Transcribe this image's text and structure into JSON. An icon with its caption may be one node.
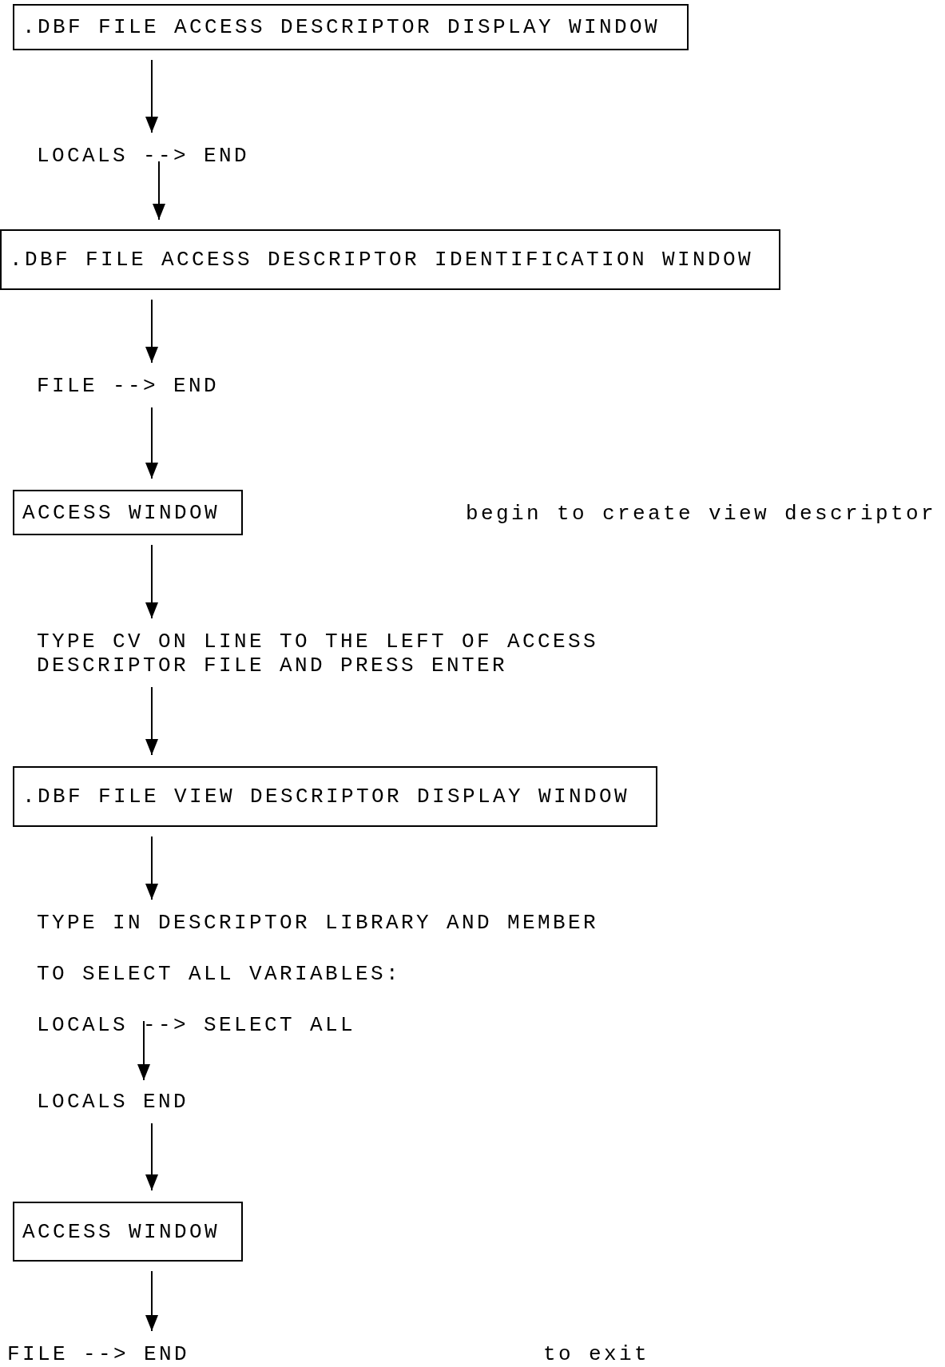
{
  "diagram": {
    "nodes": [
      {
        "text": [
          ".DBF FILE ACCESS DESCRIPTOR DISPLAY WINDOW"
        ]
      },
      {
        "text": [
          "LOCALS --> END"
        ]
      },
      {
        "text": [
          ".DBF FILE ACCESS DESCRIPTOR IDENTIFICATION WINDOW"
        ]
      },
      {
        "text": [
          "FILE --> END"
        ]
      },
      {
        "text": [
          "ACCESS WINDOW"
        ]
      },
      {
        "text": [
          "TYPE CV ON LINE TO THE LEFT OF ACCESS DESCRIPTOR FILE AND PRESS ENTER"
        ]
      },
      {
        "text": [
          ".DBF FILE VIEW DESCRIPTOR DISPLAY WINDOW"
        ]
      },
      {
        "text": [
          "TYPE IN DESCRIPTOR LIBRARY AND MEMBER",
          "TO SELECT ALL VARIABLES:",
          "LOCALS --> SELECT ALL"
        ]
      },
      {
        "text": [
          "LOCALS END"
        ]
      },
      {
        "text": [
          "ACCESS WINDOW"
        ]
      },
      {
        "text": [
          "FILE --> END"
        ]
      }
    ],
    "labels": [
      "begin to create view descriptor",
      "to exit"
    ],
    "edges": [
      {
        "from": 0,
        "to": 1,
        "arrow": "to"
      },
      {
        "from": 1,
        "to": 2,
        "arrow": "to"
      },
      {
        "from": 2,
        "to": 3,
        "arrow": "to"
      },
      {
        "from": 3,
        "to": 4,
        "arrow": "to"
      },
      {
        "from": 4,
        "to": 5,
        "arrow": "to"
      },
      {
        "from": 5,
        "to": 6,
        "arrow": "to"
      },
      {
        "from": 6,
        "to": 7,
        "arrow": "to"
      },
      {
        "from": 7,
        "to": 8,
        "arrow": "to"
      },
      {
        "from": 8,
        "to": 9,
        "arrow": "to"
      },
      {
        "from": 9,
        "to": 10,
        "arrow": "to"
      }
    ]
  }
}
